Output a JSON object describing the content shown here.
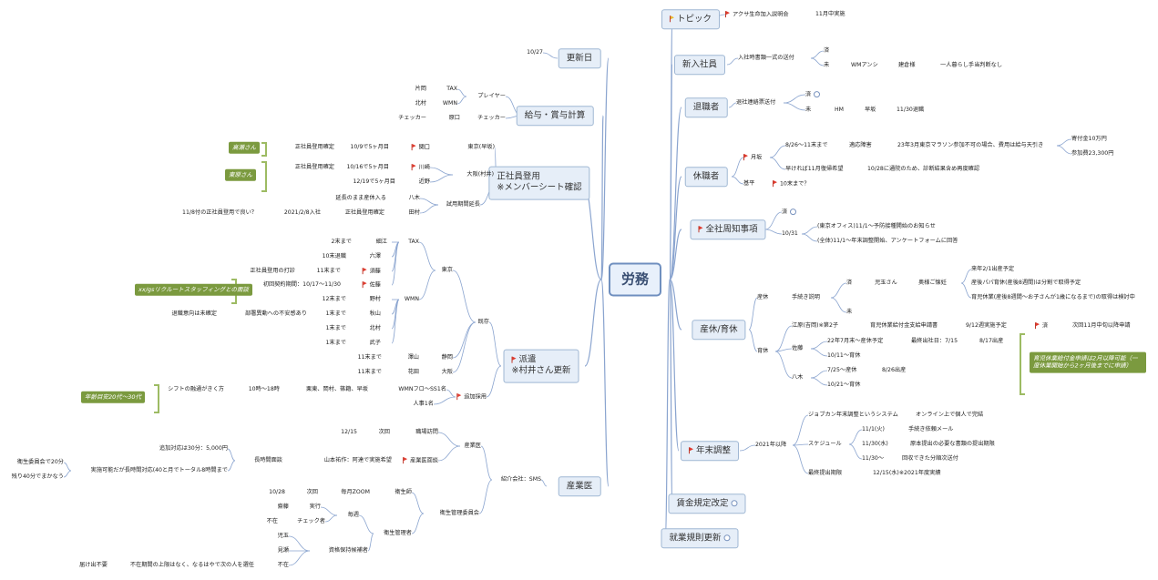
{
  "root": "労務",
  "topic": {
    "label": "トピック",
    "children": [
      {
        "label": "アクサ生命加入説明会",
        "detail": "11月中実施"
      }
    ]
  },
  "new_hire": {
    "label": "新入社員",
    "item": "入社時書類一式の送付",
    "done": "済",
    "not_done": "未",
    "who": "WMアンシ",
    "tag": "建倉様",
    "note": "一人暮らし手当判断なし"
  },
  "retire": {
    "label": "退職者",
    "item": "退社連絡票送付",
    "done": "済",
    "not_done": "未",
    "who": "HM",
    "name": "早坂",
    "when": "11/30退職"
  },
  "leave": {
    "label": "休職者",
    "monthly": "月坂",
    "period1": "8/26〜11末まで",
    "disorder": "適応障害",
    "marathon": "23年3月東京マラソン参加不可の場合、費用は給与天引き",
    "donation": "寄付金10万円",
    "entry": "参加費23,300円",
    "return_wish": "早ければ11月復帰希望",
    "result_note": "10/28に通院のため、診断結果含め再度確認",
    "other": "基平",
    "other_until": "10末まで？"
  },
  "notice": {
    "label": "全社周知事項",
    "done": "済",
    "date": "10/31",
    "item1": "(東京オフィス)11/1〜予防接種開始のお知らせ",
    "item2": "(全体)11/1〜年末調整開始、アンケートフォームに回答"
  },
  "maternity": {
    "label": "産休/育休",
    "sanqyu": "産休",
    "procedure": "手続き説明",
    "done": "済",
    "not_done": "未",
    "person": "児玉さん",
    "husband": "奥様ご懐妊",
    "plan1": "来年2/1出産予定",
    "plan2": "産後パパ育休(産後8週間)は分割で取得予定",
    "plan3": "育児休業(産後8週間〜お子さんが1歳になるまで)の取得は検討中",
    "ikukyu": "育休",
    "edogawa": "江原(吉岡)※第2子",
    "benefit": "育児休業給付金支給申請書",
    "sched": "9/12週実施予定",
    "sched_done": "済",
    "next": "次回11月中旬以降申請",
    "sato": "佐藤",
    "sato1": "22年7月末〜産休予定",
    "sato1b": "最終出社日：7/15",
    "sato1c": "8/17出産",
    "sato2": "10/11〜育休",
    "yagi": "八木",
    "yagi1": "7/25〜産休",
    "yagi1b": "8/26出産",
    "yagi2": "10/21〜育休",
    "note": "育児休業給付金申請は2月以降可能（一度休業開始から2ヶ月後までに申請）"
  },
  "year_end": {
    "label": "年末調整",
    "from": "2021年以降",
    "system": "ジョブカン年末調整というシステム",
    "system_note": "オンライン上で個人で完結",
    "schedule": "スケジュール",
    "s1": "11/1(火)",
    "s1n": "手続き依頼メール",
    "s2": "11/30(水)",
    "s2n": "原本提出の必要な書類の提出期限",
    "s3": "11/30〜",
    "s3n": "回収できた分順次送付",
    "final": "最終提出期限",
    "final_date": "12/15(水)※2021年度実績"
  },
  "wage_rule": {
    "label": "賃金規定改定"
  },
  "work_rule": {
    "label": "就業規則更新"
  },
  "update": {
    "label": "更新日",
    "date": "10/27"
  },
  "payroll": {
    "label": "給与・賞与計算",
    "player": "プレイヤー",
    "p1": "片岡",
    "p1t": "TAX",
    "p2": "北村",
    "p2t": "WMN",
    "checker": "チェッカー",
    "c1": "原口",
    "c1t": "チェッカー"
  },
  "hire": {
    "label": "正社員登用",
    "sub": "※メンバーシート確認",
    "tokyo": "東京(早坂)",
    "t_item": "正社員登用確定",
    "t_date": "10/9で5ヶ月目",
    "t_name": "関口",
    "osaka": "大阪(村井)",
    "o_item": "正社員登用確定",
    "o_date": "10/16で5ヶ月目",
    "o_name": "川崎",
    "o2_date": "12/19で5ヶ月目",
    "o2_name": "近野",
    "trial": "試用期間延長",
    "tr_item": "延長のまま産休入る",
    "tr_name": "八木",
    "tr2_date": "2021/2/8入社",
    "tr2_item": "正社員登用確定",
    "tr2_name": "田村",
    "q": "11/8付の正社員登用で良い？",
    "note1": "高瀬さん",
    "note2": "東原さん"
  },
  "dispatch": {
    "label": "派遣",
    "sub": "※村井さん更新",
    "existing": "既存",
    "tokyo": "東京",
    "tax": "TAX",
    "wmn": "WMN",
    "rows": [
      {
        "until": "2末まで",
        "name": "細江"
      },
      {
        "until": "10末退職",
        "name": "六澤"
      },
      {
        "until": "11末まで",
        "name": "須藤"
      },
      {
        "until": "初回契約期間：10/17〜11/30",
        "name": "佐藤"
      },
      {
        "until": "12末まで",
        "name": "野村"
      },
      {
        "until": "1末まで",
        "name": "秋山"
      },
      {
        "until": "1末まで",
        "name": "北村"
      },
      {
        "until": "1末まで",
        "name": "武子"
      }
    ],
    "extra1": "正社員登用の打診",
    "extra2": "部署異動への不安感あり",
    "extra3": "退職意向は未確定",
    "shizuoka": "静岡",
    "s_until": "11末まで",
    "s_name": "澤山",
    "osaka": "大阪",
    "os_until": "11末まで",
    "os_name": "花田",
    "add": "追加採用",
    "add_who": "WMNフロ〜SS1名",
    "add_person": "人事1名",
    "add_hours": "10時〜18時",
    "add_area": "栗東、岡村、篠籍、早坂",
    "add_shift": "シフトの融通がきく方",
    "note_rec": "xx/gsリクルートスタッフィングとの面談",
    "note_age": "年齢目安20代〜30代"
  },
  "industrial": {
    "label": "産業医",
    "contract": "紹介会社：SMS",
    "doctor": "産業医",
    "d_date": "12/15",
    "d_next": "次回",
    "d_visit": "職場訪問",
    "d_interview": "産業医面談",
    "d_name": "山本祐作：阿達で実施希望",
    "d_overtime": "長時間面談",
    "d_cost": "追加対応は30分：5,000円",
    "d_plan": "実施可能だが長時間対応(40と月でトータル8時間まで",
    "d_note": "衛生委員会で20分",
    "d_rest": "残り40分でまかなう",
    "committee": "衛生管理委員会",
    "c_date": "10/28",
    "c_next": "次回",
    "c_zoom": "毎月ZOOM",
    "c_role": "衛生師",
    "hygiene": "衛生管理者",
    "h_name": "齋藤",
    "h_done": "実行",
    "h_absent": "不在",
    "h_check": "チェック者",
    "h_every": "毎週",
    "cert": "資格保持候補者",
    "cert1": "児玉",
    "cert2": "見瀬",
    "cert3": "不在",
    "cert_note": "不在期間の上限はなく、なるはやで次の人を選任",
    "cert_ok": "届け出不要"
  }
}
